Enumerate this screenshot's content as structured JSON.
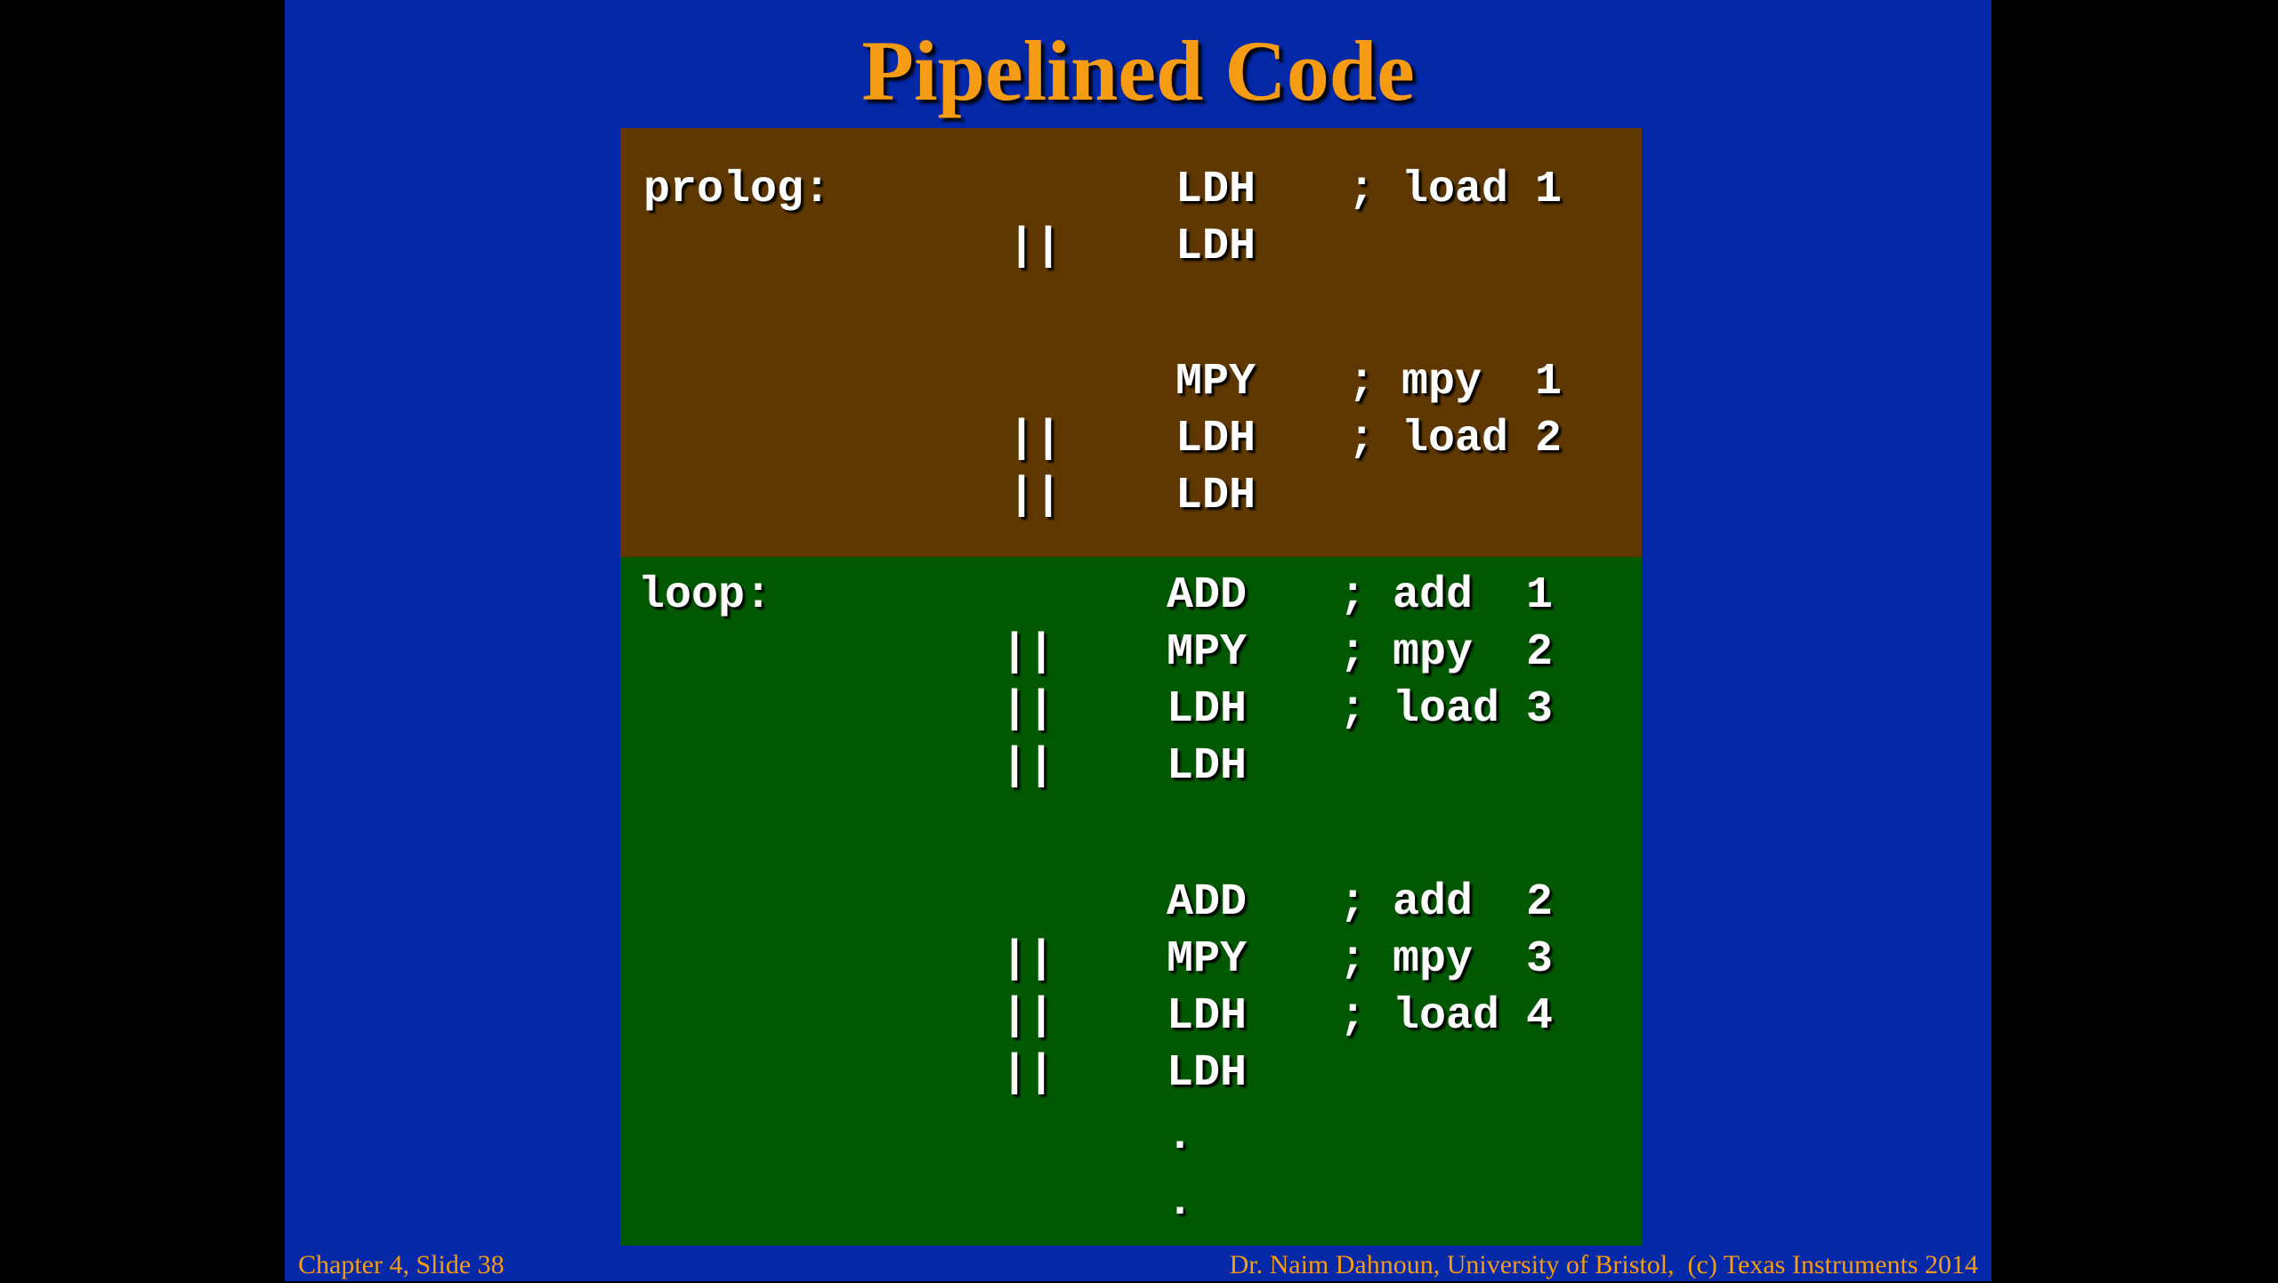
{
  "slide": {
    "title": "Pipelined Code",
    "footer_left": "Chapter 4, Slide 38",
    "footer_right": "Dr. Naim Dahnoun, University of Bristol,  (c) Texas Instruments 2014"
  },
  "prolog": {
    "label": "prolog:",
    "lines": [
      {
        "par": "",
        "instr": "LDH",
        "comment": "; load 1"
      },
      {
        "par": "||",
        "instr": "LDH",
        "comment": ""
      },
      {
        "par": "",
        "instr": "MPY",
        "comment": "; mpy  1"
      },
      {
        "par": "||",
        "instr": "LDH",
        "comment": "; load 2"
      },
      {
        "par": "||",
        "instr": "LDH",
        "comment": ""
      }
    ]
  },
  "loop": {
    "label": "loop:",
    "lines": [
      {
        "par": "",
        "instr": "ADD",
        "comment": "; add  1"
      },
      {
        "par": "||",
        "instr": "MPY",
        "comment": "; mpy  2"
      },
      {
        "par": "||",
        "instr": "LDH",
        "comment": "; load 3"
      },
      {
        "par": "||",
        "instr": "LDH",
        "comment": ""
      },
      {
        "par": "",
        "instr": "ADD",
        "comment": "; add  2"
      },
      {
        "par": "||",
        "instr": "MPY",
        "comment": "; mpy  3"
      },
      {
        "par": "||",
        "instr": "LDH",
        "comment": "; load 4"
      },
      {
        "par": "||",
        "instr": "LDH",
        "comment": ""
      },
      {
        "par": "",
        "instr": ".",
        "comment": ""
      },
      {
        "par": "",
        "instr": ".",
        "comment": ""
      }
    ]
  },
  "colors": {
    "slide_background": "#0328a8",
    "title": "#f59b14",
    "prolog_background": "#5e3800",
    "loop_background": "#005900",
    "code_text": "#ffffff",
    "footer_text": "#f59b14"
  }
}
